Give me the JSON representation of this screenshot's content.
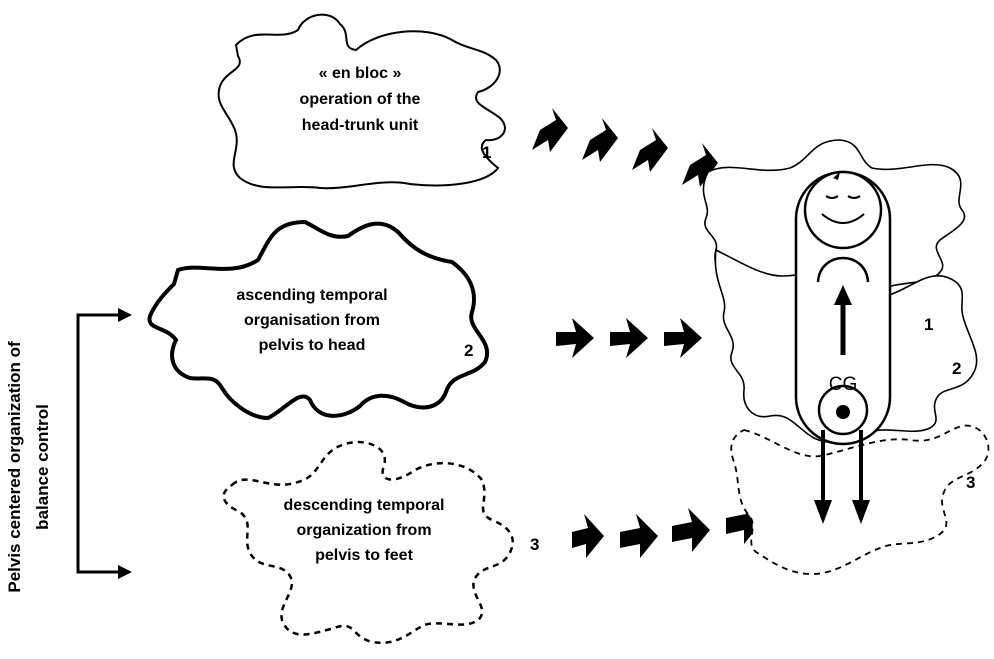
{
  "side_label": {
    "line1": "Pelvis centered organization of",
    "line2": "balance control"
  },
  "pieces": [
    {
      "number": "1",
      "lines": [
        "« en bloc »",
        "operation of the",
        "head-trunk unit"
      ]
    },
    {
      "number": "2",
      "lines": [
        "ascending temporal",
        "organisation from",
        "pelvis to head"
      ]
    },
    {
      "number": "3",
      "lines": [
        "descending temporal",
        "organization from",
        "pelvis to feet"
      ]
    }
  ],
  "figure": {
    "cg_label": "CG",
    "numbers": [
      "1",
      "2",
      "3"
    ]
  }
}
